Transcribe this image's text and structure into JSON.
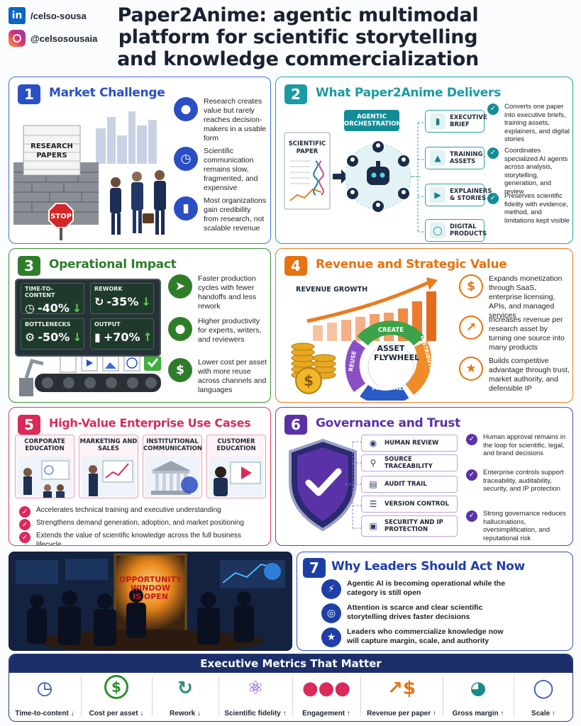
{
  "social": {
    "linkedin_handle": "/celso-sousa",
    "instagram_handle": "@celsosousaia",
    "linkedin_icon": "in"
  },
  "title_lines": [
    "Paper2Anime: agentic multimodal",
    "platform for scientific storytelling",
    "and knowledge commercialization"
  ],
  "panels": {
    "p1": {
      "num": "1",
      "title": "Market Challenge",
      "color": "#2a4fc4",
      "papers_label": "RESEARCH PAPERS",
      "stop_label": "STOP",
      "bullets": [
        "Research creates value but rarely reaches decision-makers in a usable form",
        "Scientific communication remains slow, fragmented, and expensive",
        "Most organizations gain credibility from research, not scalable revenue"
      ]
    },
    "p2": {
      "num": "2",
      "title": "What Paper2Anime Delivers",
      "color": "#1a9aa5",
      "orchestration_label": "AGENTIC ORCHESTRATION",
      "paper_label": "SCIENTIFIC PAPER",
      "outputs": [
        "EXECUTIVE BRIEF",
        "TRAINING ASSETS",
        "EXPLAINERS & STORIES",
        "DIGITAL PRODUCTS"
      ],
      "bullets": [
        "Converts one paper into executive briefs, training assets, explainers, and digital stories",
        "Coordinates specialized AI agents across analysis, storytelling, generation, and review",
        "Preserves scientific fidelity with evidence, method, and limitations kept visible"
      ]
    },
    "p3": {
      "num": "3",
      "title": "Operational Impact",
      "color": "#2f7d2b",
      "metrics": [
        {
          "label": "TIME-TO-CONTENT",
          "value": "-40%"
        },
        {
          "label": "REWORK",
          "value": "-35%"
        },
        {
          "label": "BOTTLENECKS",
          "value": "-50%"
        },
        {
          "label": "OUTPUT",
          "value": "+70%"
        }
      ],
      "bullets": [
        "Faster production cycles with fewer handoffs and less rework",
        "Higher productivity for experts, writers, and reviewers",
        "Lower cost per asset with more reuse across channels and languages"
      ]
    },
    "p4": {
      "num": "4",
      "title": "Revenue and Strategic Value",
      "color": "#e8720f",
      "growth_label": "REVENUE GROWTH",
      "flywheel": {
        "center": "ASSET FLYWHEEL",
        "create": "CREATE",
        "distribute": "DISTRIBUTE",
        "monetize": "MONETIZE",
        "reuse": "REUSE"
      },
      "bullets": [
        "Expands monetization through SaaS, enterprise licensing, APIs, and managed services",
        "Increases revenue per research asset by turning one source into many products",
        "Builds competitive advantage through trust, market authority, and defensible IP"
      ]
    },
    "p5": {
      "num": "5",
      "title": "High-Value Enterprise Use Cases",
      "color": "#d92a5a",
      "cases": [
        "CORPORATE EDUCATION",
        "MARKETING AND SALES",
        "INSTITUTIONAL COMMUNICATIONS",
        "CUSTOMER EDUCATION"
      ],
      "bullets": [
        "Accelerates technical training and executive understanding",
        "Strengthens demand generation, adoption, and market positioning",
        "Extends the value of scientific knowledge across the full business lifecycle"
      ]
    },
    "p6": {
      "num": "6",
      "title": "Governance and Trust",
      "color": "#5a32a8",
      "controls": [
        "HUMAN REVIEW",
        "SOURCE TRACEABILITY",
        "AUDIT TRAIL",
        "VERSION CONTROL",
        "SECURITY AND IP PROTECTION"
      ],
      "bullets": [
        "Human approval remains in the loop for scientific, legal, and brand decisions",
        "Enterprise controls support traceability, auditability, security, and IP protection",
        "Strong governance reduces hallucinations, oversimplification, and reputational risk"
      ]
    },
    "p7": {
      "num": "7",
      "title": "Why Leaders Should Act Now",
      "color": "#1f3fa8",
      "screen_text": [
        "OPPORTUNITY",
        "WINDOW",
        "IS OPEN"
      ],
      "bullets": [
        "Agentic AI is becoming operational while the category is still open",
        "Attention is scarce and clear scientific storytelling drives faster decisions",
        "Leaders who commercialize knowledge now will capture margin, scale, and authority"
      ]
    }
  },
  "exec_metrics": {
    "title": "Executive Metrics That Matter",
    "items": [
      {
        "label": "Time-to-content ↓",
        "icon": "stopwatch-icon"
      },
      {
        "label": "Cost per asset ↓",
        "icon": "dollar-icon"
      },
      {
        "label": "Rework ↓",
        "icon": "refresh-icon"
      },
      {
        "label": "Scientific fidelity ↑",
        "icon": "atom-icon"
      },
      {
        "label": "Engagement ↑",
        "icon": "people-icon"
      },
      {
        "label": "Revenue per paper ↑",
        "icon": "revenue-chart-icon"
      },
      {
        "label": "Gross margin ↑",
        "icon": "pie-chart-icon"
      },
      {
        "label": "Scale ↑",
        "icon": "globe-icon"
      }
    ]
  }
}
